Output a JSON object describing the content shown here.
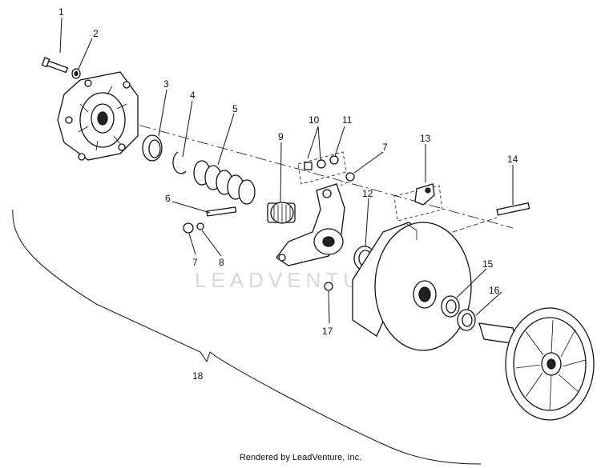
{
  "watermark": "LEADVENTURE",
  "footer": "Rendered by LeadVenture, Inc.",
  "callouts": [
    "1",
    "2",
    "3",
    "4",
    "5",
    "6",
    "7",
    "8",
    "9",
    "10",
    "11",
    "7",
    "12",
    "13",
    "14",
    "15",
    "16",
    "17",
    "18"
  ]
}
